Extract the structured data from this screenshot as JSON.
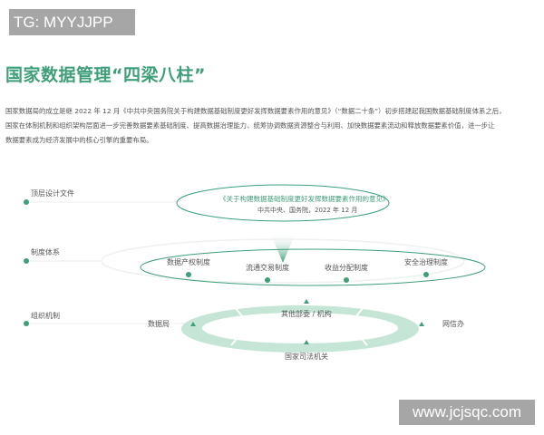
{
  "watermarks": {
    "top_left": "TG: MYYJJPP",
    "bottom_right": "www.jcjsqc.com"
  },
  "title": "国家数据管理“四梁八柱”",
  "intro": {
    "lines": [
      "国家数据局的成立是继 2022 年 12 月《中共中央国务院关于构建数据基础制度更好发挥数据要素作用的意见》（“数据二十条”）初步搭建起我国数据基础制度体系之后，",
      "国家在体制机制和组织架构层面进一步完善数据要素基础制度、提高数据治理能力、统筹协调数据资源整合与利用、加快数据要素流动和释放数据要素价值，进一步让",
      "数据要素成为经济发展中的核心引擎的重要布局。"
    ]
  },
  "colors": {
    "accent": "#3f9f78",
    "ring": "#bfe3d2",
    "text": "#555555",
    "badge_bg": "#a6a6a6"
  },
  "rows": [
    {
      "label": "顶层设计文件"
    },
    {
      "label": "制度体系"
    },
    {
      "label": "组织机制"
    }
  ],
  "top_document": {
    "title": "《关于构建数据基础制度更好发挥数据要素作用的意见》",
    "subtitle": "中共中央、国务院，2022 年 12 月"
  },
  "systems": [
    {
      "label": "数据产权制度"
    },
    {
      "label": "流通交易制度"
    },
    {
      "label": "收益分配制度"
    },
    {
      "label": "安全治理制度"
    }
  ],
  "organizations": {
    "left": "数据局",
    "top": "其他部委 / 机构",
    "right": "网信办",
    "bottom": "国家司法机关"
  }
}
